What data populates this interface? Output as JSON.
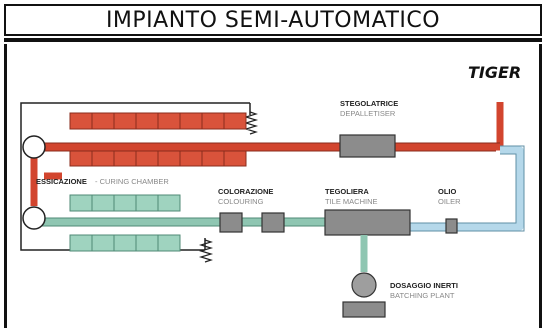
{
  "title": "IMPIANTO SEMI-AUTOMATICO",
  "brand": "TIGER",
  "labels": {
    "stegolatrice": "STEGOLATRICE",
    "depalletiser": "DEPALLETISER",
    "essicazione": "ESSICAZIONE",
    "curing_chamber": "- CURING CHAMBER",
    "colorazione": "COLORAZIONE",
    "colouring": "COLOURING",
    "tegoliera": "TEGOLIERA",
    "tile_machine": "TILE MACHINE",
    "olio": "OLIO",
    "oiler": "OILER",
    "dosaggio": "DOSAGGIO INERTI",
    "batching_plant": "BATCHING PLANT"
  },
  "colors": {
    "red_line": "#d2452e",
    "red_fill": "#d9533b",
    "green_line": "#8fc6b2",
    "green_fill": "#9fd3bf",
    "blue_line": "#b5d8ea",
    "grey": "#8c8c8c",
    "text": "#222222",
    "subtext": "#888888"
  },
  "icons": [
    "spring-icon"
  ]
}
